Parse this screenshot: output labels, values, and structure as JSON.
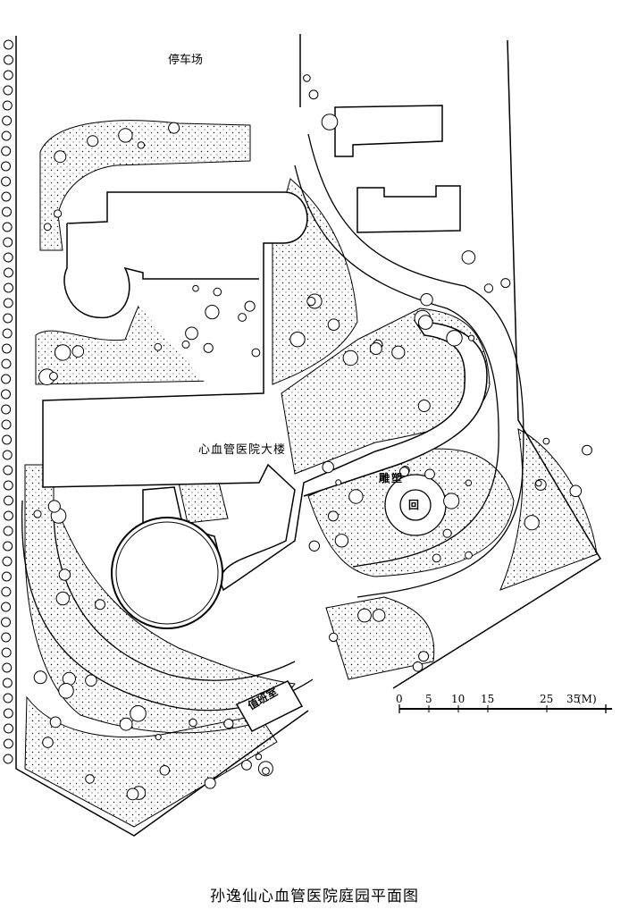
{
  "labels": {
    "parking": "停车场",
    "main_building": "心血管医院大楼",
    "sculpture": "雕塑",
    "sculpture_symbol": "回",
    "duty_room": "值班室"
  },
  "title": "孙逸仙心血管医院庭园平面图",
  "scale_bar": {
    "ticks": [
      "0",
      "5",
      "10",
      "15",
      "25",
      "35"
    ],
    "unit": "(M)",
    "colors": {
      "ink": "#000000",
      "paper": "#ffffff"
    }
  }
}
